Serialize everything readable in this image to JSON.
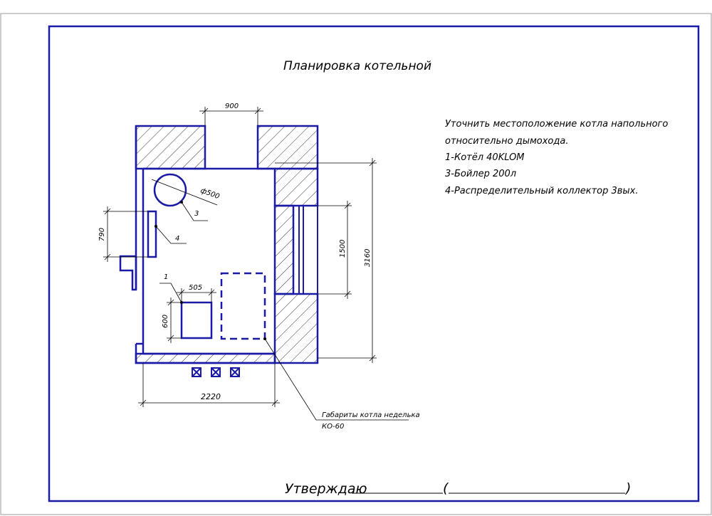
{
  "title": "Планировка котельной",
  "notes": [
    "Уточнить местоположение котла напольного",
    "относительно дымохода.",
    "1-Котёл 40KLOM",
    "3-Бойлер 200л",
    "4-Распределительный коллектор 3вых."
  ],
  "dimensions": {
    "chimney_width": "900",
    "chimney_diameter": "ф500",
    "left_offset": "790",
    "window_width": "1500",
    "room_depth": "3160",
    "boiler_width": "505",
    "boiler_depth": "600",
    "room_width": "2220"
  },
  "callouts": {
    "boiler": "1",
    "tank": "3",
    "collector": "4"
  },
  "leader_note": {
    "line1": "Габариты котла неделька",
    "line2": "КО-60"
  },
  "approval": {
    "label": "Утверждаю",
    "open_paren": "(",
    "close_paren": ")"
  },
  "colors": {
    "wall": "#1a1aa6",
    "frame": "#1a1aa6",
    "dim_line": "#000000"
  }
}
